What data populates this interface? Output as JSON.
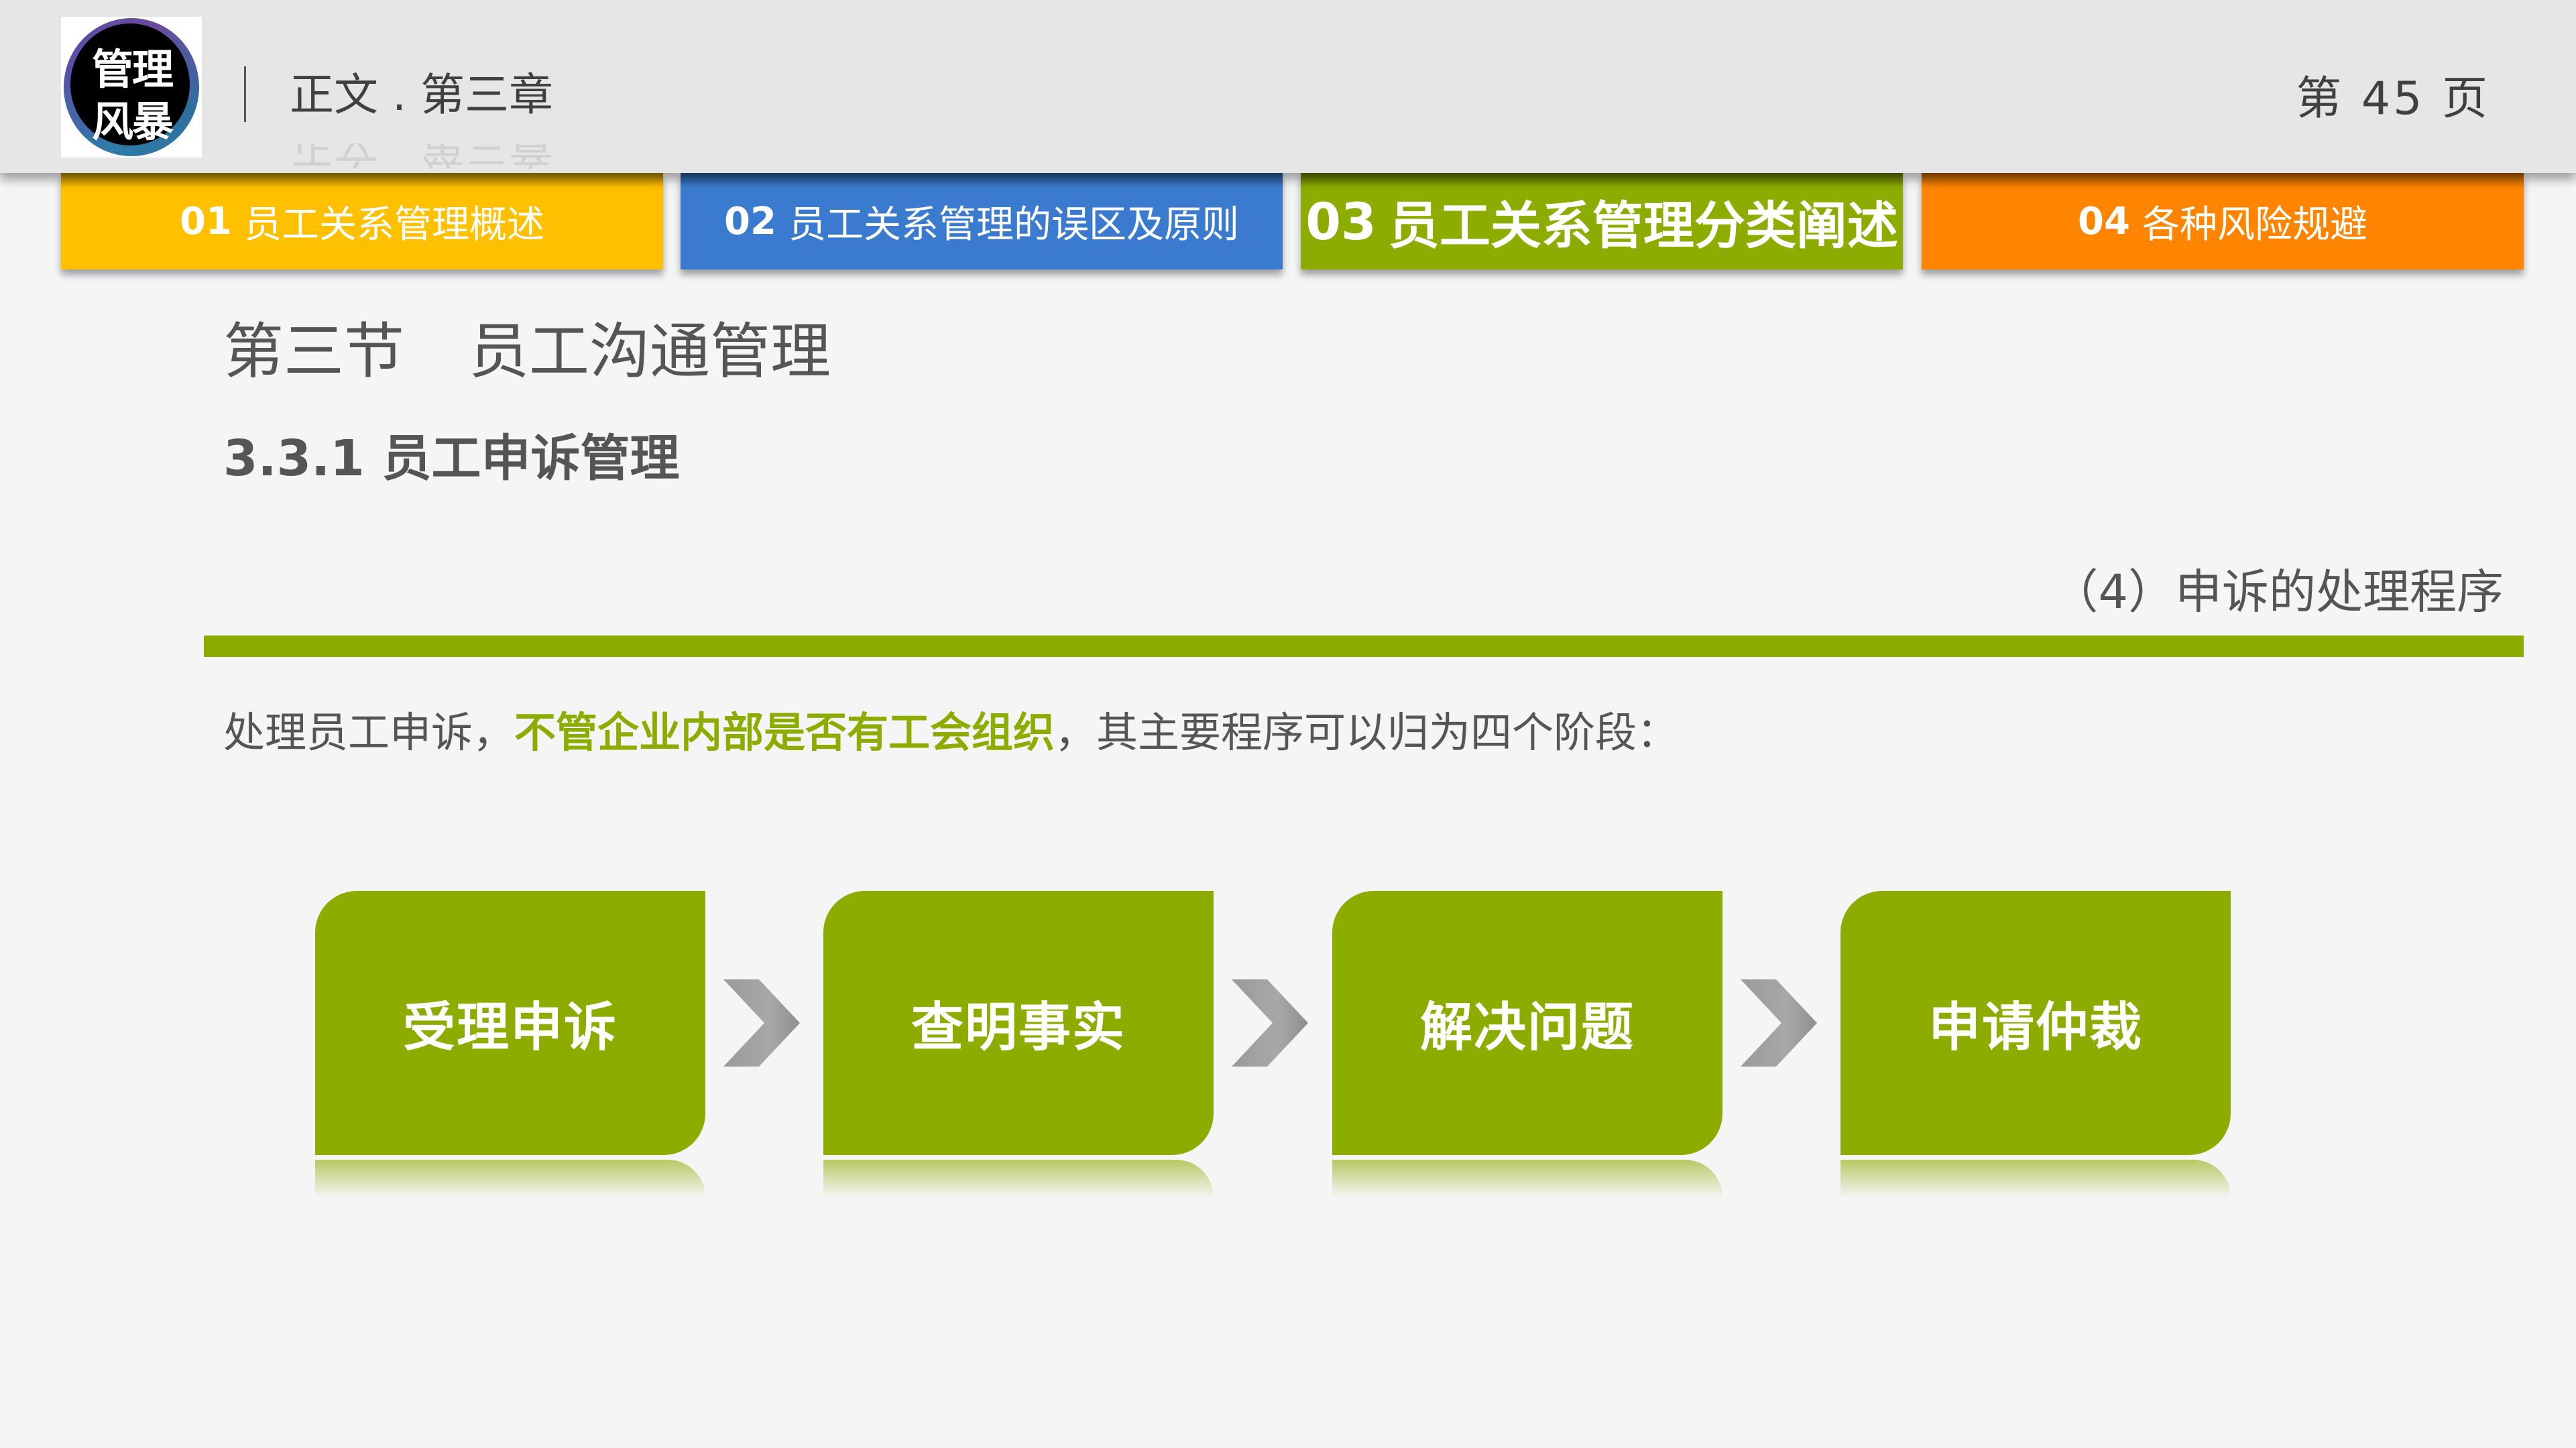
{
  "header": {
    "logo_text_line1": "管理",
    "logo_text_line2": "风暴",
    "chapter": "正文 . 第三章",
    "page_label": "第 45 页"
  },
  "tabs": [
    {
      "num": "01",
      "label": "员工关系管理概述",
      "color": "#ffc000",
      "active": false
    },
    {
      "num": "02",
      "label": "员工关系管理的误区及原则",
      "color": "#3a7bd0",
      "active": false
    },
    {
      "num": "03",
      "label": "员工关系管理分类阐述",
      "color": "#8cac00",
      "active": true
    },
    {
      "num": "04",
      "label": "各种风险规避",
      "color": "#ff8500",
      "active": false
    }
  ],
  "content": {
    "section_title_a": "第三节",
    "section_title_b": "员工沟通管理",
    "subsection": "3.3.1 员工申诉管理",
    "step_heading": "（4）申诉的处理程序",
    "intro_pre": "处理员工申诉，",
    "intro_highlight": "不管企业内部是否有工会组织",
    "intro_post": "，其主要程序可以归为四个阶段：",
    "accent_color": "#8cac00"
  },
  "flow": {
    "steps": [
      "受理申诉",
      "查明事实",
      "解决问题",
      "申请仲裁"
    ],
    "arrow_icon": "chevron-right-icon"
  }
}
